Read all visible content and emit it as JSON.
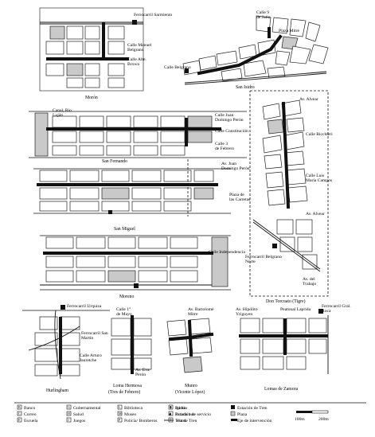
{
  "maps": {
    "moron": {
      "name": "Morón",
      "labels": [
        "Ferrocarril Sarmiento",
        "Calle Manuel Belgrano",
        "Calle Alte. Brown"
      ]
    },
    "san_isidro": {
      "name": "San Isidro",
      "labels": [
        "Calle 9 de Julio",
        "Plaza Mitre",
        "Calle Belgrano"
      ]
    },
    "san_fernando": {
      "name": "San Fernando",
      "labels": [
        "Canal, Río Luján",
        "Calle Juan Domingo Perón",
        "Calle Constitución",
        "Calle 3 de Febrero"
      ]
    },
    "san_miguel": {
      "name": "San Miguel",
      "labels": [
        "Av. Juan Domingo Perón",
        "Plaza de las Carretas"
      ]
    },
    "moreno": {
      "name": "Moreno",
      "labels": [
        "Calle Independencia"
      ]
    },
    "tigre": {
      "name": "Don Torcuato (Tigre)",
      "labels": [
        "Av. Alvear",
        "Calle Ricchieri",
        "Calle Luis María Campos",
        "Av. Alvear",
        "Ferrocarril Belgrano Norte",
        "Av. del Trabajo"
      ]
    },
    "hurlingham": {
      "name": "Hurlingham",
      "labels": [
        "Ferrocarril Urquiza",
        "Ferrocarril San Martín",
        "Calle Arturo Jauretche"
      ]
    },
    "lomas_hermosa": {
      "name": "Loma Hermosa (Tres de Febrero)",
      "line1": "Loma Hermosa",
      "line2": "(Tres de Febrero)",
      "labels": [
        "Calle 1° de Mayo",
        "Av. Eva Perón"
      ]
    },
    "munro": {
      "name": "Munro (Vicente López)",
      "line1": "Munro",
      "line2": "(Vicente López)",
      "labels": [
        "Av. Bartolomé Mitre"
      ]
    },
    "lomas_zamora": {
      "name": "Lomas de Zamora",
      "labels": [
        "Av. Hipólito Yrigoyen",
        "Peatonal Laprida",
        "Ferrocarril Gral. Roca"
      ]
    }
  },
  "legend": {
    "items": [
      {
        "code": "B",
        "label": "Banco"
      },
      {
        "code": "C",
        "label": "Correo"
      },
      {
        "code": "E",
        "label": "Escuela"
      },
      {
        "code": "G",
        "label": "Gubernamental"
      },
      {
        "code": "H",
        "label": "Salud"
      },
      {
        "code": "J",
        "label": "Juegos"
      },
      {
        "code": "L",
        "label": "Biblioteca"
      },
      {
        "code": "M",
        "label": "Museo"
      },
      {
        "code": "P",
        "label": "Policía/ Bomberos"
      },
      {
        "code": "R",
        "label": "Radio"
      },
      {
        "code": "S",
        "label": "Estación de servicio"
      },
      {
        "code": "T",
        "label": "Teatro"
      },
      {
        "code": "✝",
        "label": "Iglesia"
      },
      {
        "code": "●",
        "label": "Parada bus"
      },
      {
        "code": "",
        "label": "Vía de Tren"
      },
      {
        "code": "",
        "label": "Estación de Tren"
      },
      {
        "code": "",
        "label": "Plaza"
      },
      {
        "code": "",
        "label": "Eje de intervención"
      }
    ],
    "scale": {
      "a": "100m",
      "b": "200m"
    }
  }
}
